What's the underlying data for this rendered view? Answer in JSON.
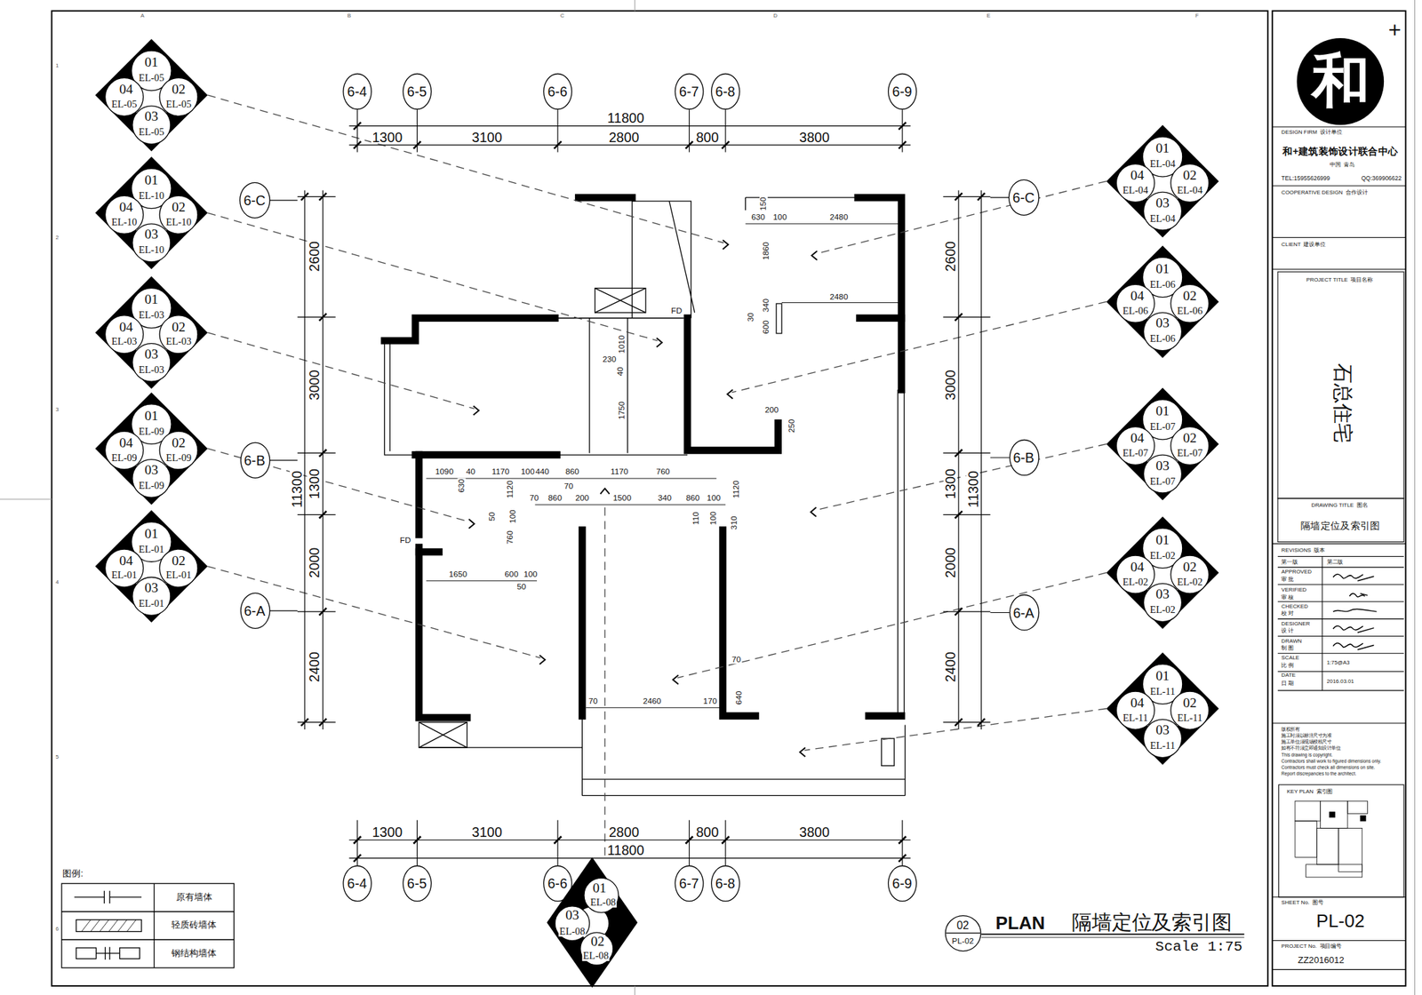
{
  "diagram": {
    "title": "隔墙定位及索引图",
    "caption": "Scale 1:75",
    "nodes": [
      {
        "text": [
          "01",
          "EL-05",
          "04",
          "EL-05",
          "02",
          "EL-05",
          "03",
          "EL-05"
        ]
      },
      {
        "text": [
          "6-4"
        ]
      },
      {
        "text": [
          "6-5"
        ]
      },
      {
        "text": [
          "6-6"
        ]
      },
      {
        "text": [
          "6-7"
        ]
      },
      {
        "text": [
          "6-8"
        ]
      },
      {
        "text": [
          "6-9"
        ]
      },
      {
        "text": [
          "01",
          "EL-10",
          "04",
          "EL-10",
          "02",
          "EL-10",
          "03",
          "EL-10"
        ]
      },
      {
        "text": [
          "01",
          "EL-04",
          "04",
          "EL-04",
          "02",
          "EL-04",
          "03",
          "EL-04"
        ]
      },
      {
        "text": [
          "6-C"
        ]
      },
      {
        "text": [
          "6-C"
        ]
      },
      {
        "text": [
          "01",
          "EL-06",
          "04",
          "EL-06",
          "02",
          "EL-06",
          "03",
          "EL-06"
        ]
      },
      {
        "text": [
          "01",
          "EL-03",
          "04",
          "EL-03",
          "02",
          "EL-03",
          "03",
          "EL-03"
        ]
      },
      {
        "text": [
          "01",
          "EL-09",
          "04",
          "EL-09",
          "02",
          "EL-09",
          "03",
          "EL-09"
        ]
      },
      {
        "text": [
          "01",
          "EL-07",
          "04",
          "EL-07",
          "02",
          "EL-07",
          "03",
          "EL-07"
        ]
      },
      {
        "text": [
          "6-B"
        ]
      },
      {
        "text": [
          "6-B"
        ]
      },
      {
        "text": [
          "01",
          "EL-01",
          "04",
          "EL-01",
          "02",
          "EL-01",
          "03",
          "EL-01"
        ]
      },
      {
        "text": [
          "01",
          "EL-02",
          "04",
          "EL-02",
          "02",
          "EL-02",
          "03",
          "EL-02"
        ]
      },
      {
        "text": [
          "6-A"
        ]
      },
      {
        "text": [
          "6-A"
        ]
      },
      {
        "text": [
          "01",
          "EL-11",
          "04",
          "EL-11",
          "02",
          "EL-11",
          "03",
          "EL-11"
        ]
      },
      {
        "text": [
          "6-4"
        ]
      },
      {
        "text": [
          "6-5"
        ]
      },
      {
        "text": [
          "6-6"
        ]
      },
      {
        "text": [
          "6-7"
        ]
      },
      {
        "text": [
          "6-8"
        ]
      },
      {
        "text": [
          "6-9"
        ]
      },
      {
        "text": [
          "01",
          "EL-08",
          "03",
          "EL-08",
          "02",
          "EL-08"
        ]
      },
      {
        "text": [
          "02",
          "PL-02"
        ]
      },
      {
        "text": [
          "和"
        ]
      }
    ],
    "labels": [
      "A",
      "B",
      "C",
      "D",
      "E",
      "F",
      "1",
      "2",
      "3",
      "4",
      "5",
      "6",
      "11800",
      "1300",
      "3100",
      "2800",
      "800",
      "3800",
      "1300",
      "3100",
      "2800",
      "800",
      "3800",
      "11800",
      "2600",
      "3000",
      "1300",
      "2000",
      "2400",
      "11300",
      "2600",
      "3000",
      "1300",
      "2000",
      "2400",
      "11300",
      "630",
      "100",
      "2480",
      "150",
      "1860",
      "2480",
      "340",
      "30",
      "600",
      "1010",
      "230",
      "40",
      "1750",
      "200",
      "250",
      "1090",
      "40",
      "1170",
      "100",
      "440",
      "860",
      "1170",
      "760",
      "1120",
      "630",
      "1120",
      "70",
      "70",
      "860",
      "200",
      "1500",
      "340",
      "860",
      "100",
      "50",
      "100",
      "110",
      "100",
      "310",
      "760",
      "1650",
      "600",
      "100",
      "50",
      "70",
      "640",
      "70",
      "2460",
      "170",
      "FD",
      "FD",
      "PLAN",
      "图例:",
      "+",
      "DESIGN FIRM  设计单位",
      "和+建筑装饰设计联合中心",
      "中国  青岛",
      "TEL:15955626999",
      "QQ:369906622",
      "COOPERATIVE DESIGN  合作设计",
      "CLIENT  建设单位",
      "PROJECT TITLE  项目名称",
      "石总住宅",
      "DRAWING TITLE  图名",
      "隔墙定位及索引图",
      "REVISIONS  版本",
      "第一版",
      "第二版",
      "APPROVED",
      "审 批",
      "VERIFIED",
      "审 核",
      "CHECKED",
      "校 对",
      "DESIGNER",
      "设 计",
      "DRAWN",
      "制 图",
      "SCALE",
      "比 例",
      "1:75@A3",
      "DATE",
      "日 期",
      "2016.03.01",
      "版权所有",
      "施工时须以标注尺寸为准",
      "施工单位须现场校核尺寸",
      "如有不符须立即通知设计单位",
      "This drawing is copyright.",
      "Contractors shall work to figured dimensions only.",
      "Contractors must check all dimensions on site.",
      "Report discrepancies to the architect.",
      "KEY PLAN  索引图",
      "SHEET No.  图号",
      "PL-02",
      "PROJECT No.  项目编号",
      "ZZ2016012"
    ],
    "legend": [
      {
        "text": "原有墙体"
      },
      {
        "text": "轻质砖墙体"
      },
      {
        "text": "钢结构墙体"
      }
    ]
  }
}
